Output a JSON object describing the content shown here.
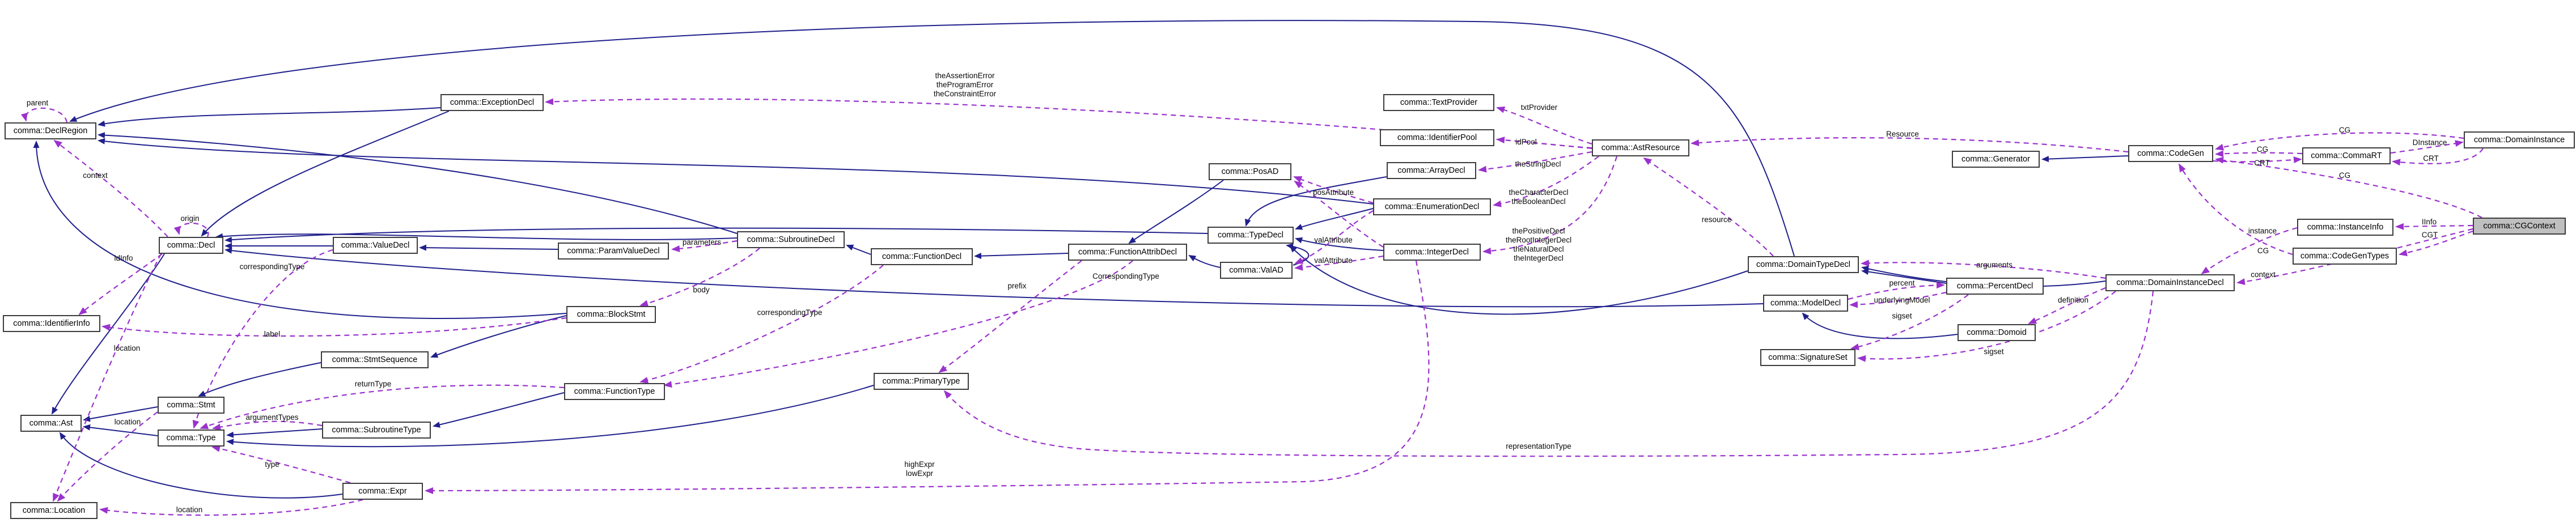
{
  "diagram": {
    "kind": "doxygen-collaboration-graph",
    "focus_class": "comma::CGContext",
    "colors": {
      "inheritance_edge": "#20208c",
      "usage_edge": "#9a32cd",
      "node_border": "#3c3c3c",
      "node_fill": "#ffffff",
      "focus_node_fill": "#bfbfbf",
      "background": "#ffffff"
    }
  },
  "nodes": {
    "declregion": {
      "label": "comma::DeclRegion"
    },
    "exceptiondecl": {
      "label": "comma::ExceptionDecl"
    },
    "decl": {
      "label": "comma::Decl"
    },
    "identifierinfo": {
      "label": "comma::IdentifierInfo"
    },
    "valuedecl": {
      "label": "comma::ValueDecl"
    },
    "paramvaluedecl": {
      "label": "comma::ParamValueDecl"
    },
    "subroutinedecl": {
      "label": "comma::SubroutineDecl"
    },
    "functiondecl": {
      "label": "comma::FunctionDecl"
    },
    "blockstmt": {
      "label": "comma::BlockStmt"
    },
    "stmtsequence": {
      "label": "comma::StmtSequence"
    },
    "stmt": {
      "label": "comma::Stmt"
    },
    "ast": {
      "label": "comma::Ast"
    },
    "type": {
      "label": "comma::Type"
    },
    "subroutinetype": {
      "label": "comma::SubroutineType"
    },
    "functiontype": {
      "label": "comma::FunctionType"
    },
    "primarytype": {
      "label": "comma::PrimaryType"
    },
    "expr": {
      "label": "comma::Expr"
    },
    "location": {
      "label": "comma::Location"
    },
    "posad": {
      "label": "comma::PosAD"
    },
    "typedecl": {
      "label": "comma::TypeDecl"
    },
    "functionattribdecl": {
      "label": "comma::FunctionAttribDecl"
    },
    "valad": {
      "label": "comma::ValAD"
    },
    "textprovider": {
      "label": "comma::TextProvider"
    },
    "identifierpool": {
      "label": "comma::IdentifierPool"
    },
    "arraydecl": {
      "label": "comma::ArrayDecl"
    },
    "enumerationdecl": {
      "label": "comma::EnumerationDecl"
    },
    "integerdecl": {
      "label": "comma::IntegerDecl"
    },
    "astresource": {
      "label": "comma::AstResource"
    },
    "generator": {
      "label": "comma::Generator"
    },
    "codegen": {
      "label": "comma::CodeGen"
    },
    "commart": {
      "label": "comma::CommaRT"
    },
    "domaininstance": {
      "label": "comma::DomainInstance"
    },
    "domaintypedecl": {
      "label": "comma::DomainTypeDecl"
    },
    "percentdecl": {
      "label": "comma::PercentDecl"
    },
    "domaininstancedecl": {
      "label": "comma::DomainInstanceDecl"
    },
    "modeldecl": {
      "label": "comma::ModelDecl"
    },
    "domoid": {
      "label": "comma::Domoid"
    },
    "signatureset": {
      "label": "comma::SignatureSet"
    },
    "instanceinfo": {
      "label": "comma::InstanceInfo"
    },
    "cgcontext": {
      "label": "comma::CGContext"
    },
    "codegentypes": {
      "label": "comma::CodeGenTypes"
    }
  },
  "edge_labels": {
    "parent": {
      "text": "parent"
    },
    "context": {
      "text": "context"
    },
    "origin": {
      "text": "origin"
    },
    "idinfo": {
      "text": "idInfo"
    },
    "corresponding_left": {
      "text": "correspondingType"
    },
    "label": {
      "text": "label"
    },
    "location_top": {
      "text": "location"
    },
    "location_mid": {
      "text": "location"
    },
    "location_bottom": {
      "text": "location"
    },
    "type": {
      "text": "type"
    },
    "return_type": {
      "text": "returnType"
    },
    "argument_types": {
      "text": "argumentTypes"
    },
    "parameters": {
      "text": "parameters"
    },
    "body": {
      "text": "body"
    },
    "corresponding_mid": {
      "text": "correspondingType"
    },
    "prefix": {
      "text": "prefix"
    },
    "corresponding_cap": {
      "text": "CorrespondingType"
    },
    "pos_attribute": {
      "text": "posAttribute"
    },
    "val_attribute1": {
      "text": "valAttribute"
    },
    "val_attribute2": {
      "text": "valAttribute"
    },
    "assertion_group": {
      "text": "theAssertionError\ntheProgramError\ntheConstraintError"
    },
    "txt_provider": {
      "text": "txtProvider"
    },
    "id_pool": {
      "text": "idPool"
    },
    "the_string": {
      "text": "theStringDecl"
    },
    "char_bool": {
      "text": "theCharacterDecl\ntheBooleanDecl"
    },
    "positive_group": {
      "text": "thePositiveDecl\ntheRootIntegerDecl\ntheNaturalDecl\ntheIntegerDecl"
    },
    "high_low": {
      "text": "highExpr\nlowExpr"
    },
    "representation": {
      "text": "representationType"
    },
    "resource": {
      "text": "resource"
    },
    "resource_cap": {
      "text": "Resource"
    },
    "arguments": {
      "text": "arguments"
    },
    "percent": {
      "text": "percent"
    },
    "underlying": {
      "text": "underlyingModel"
    },
    "sigset1": {
      "text": "sigset"
    },
    "sigset2": {
      "text": "sigset"
    },
    "definition": {
      "text": "definition"
    },
    "instance": {
      "text": "instance"
    },
    "cg_a": {
      "text": "CG"
    },
    "dinstance": {
      "text": "DInstance"
    },
    "cg_b": {
      "text": "CG"
    },
    "crt_l": {
      "text": "CRT"
    },
    "crt_r": {
      "text": "CRT"
    },
    "cg_c": {
      "text": "CG"
    },
    "cg_d": {
      "text": "CG"
    },
    "iinfo": {
      "text": "IInfo"
    },
    "cgt": {
      "text": "CGT"
    },
    "context_r": {
      "text": "context"
    }
  }
}
